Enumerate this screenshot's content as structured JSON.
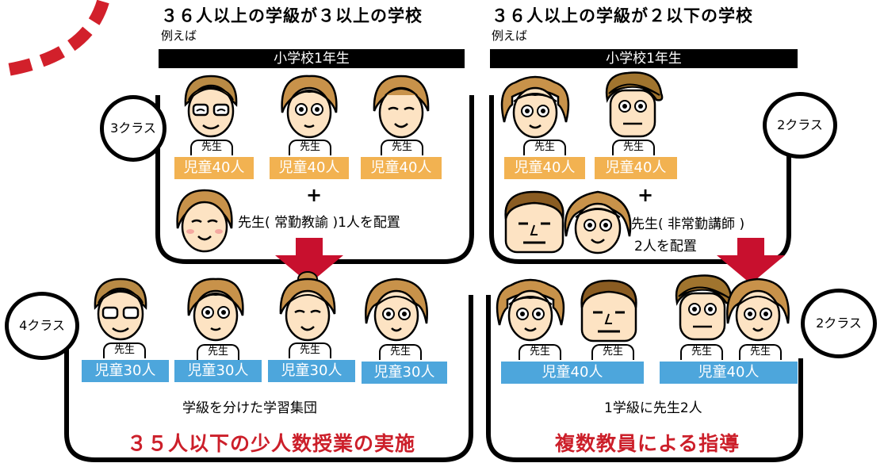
{
  "left_panel": {
    "heading": "３６人以上の学級が３以上の学校",
    "example": "例えば",
    "grade_bar": "小学校1年生",
    "class_count": "3クラス",
    "teacher_label": "先生",
    "student_label": "児童40人",
    "plus": "+",
    "extra_staff": "先生( 常勤教諭 )1人を配置"
  },
  "right_panel": {
    "heading": "３６人以上の学級が２以下の学校",
    "example": "例えば",
    "grade_bar": "小学校1年生",
    "class_count": "2クラス",
    "teacher_label": "先生",
    "student_label": "児童40人",
    "plus": "+",
    "extra_staff_line1": "先生( 非常勤講師 )",
    "extra_staff_line2": "2人を配置"
  },
  "bottom_left": {
    "class_count": "4クラス",
    "teacher_label": "先生",
    "student_label": "児童30人",
    "caption": "学級を分けた学習集団",
    "result": "３５人以下の少人数授業の実施"
  },
  "bottom_right": {
    "class_count": "2クラス",
    "teacher_label": "先生",
    "student_label": "児童40人",
    "caption": "1学級に先生2人",
    "result": "複数教員による指導"
  },
  "colors": {
    "orange_pill": "#f2b251",
    "blue_pill": "#4da6dc",
    "arrow_red": "#c8102e",
    "result_red": "#cc1f2a"
  }
}
